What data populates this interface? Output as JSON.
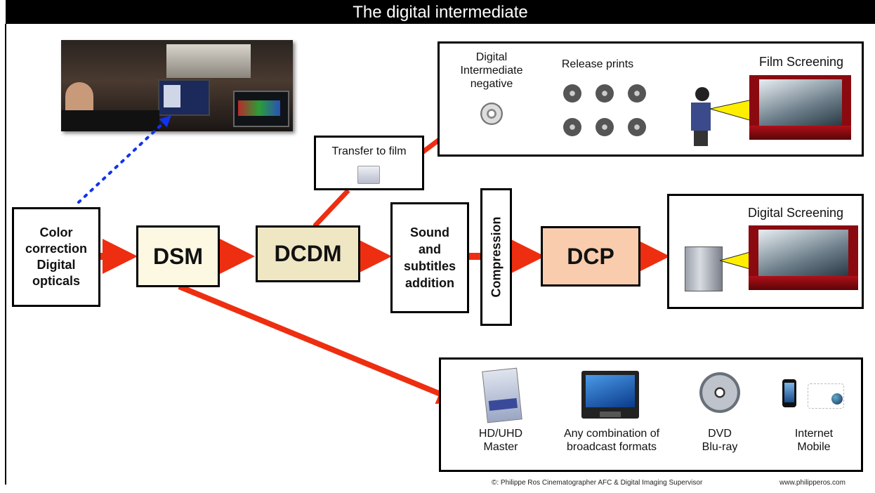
{
  "title": "The digital intermediate",
  "nodes": {
    "color_correction": "Color\ncorrection\nDigital\nopticals",
    "dsm": "DSM",
    "dcdm": "DCDM",
    "sound": "Sound\nand\nsubtitles\naddition",
    "compression": "Compression",
    "dcp": "DCP",
    "transfer": "Transfer to film"
  },
  "film_panel": {
    "negative_label": "Digital\nIntermediate\nnegative",
    "release_label": "Release prints",
    "screening_label": "Film Screening"
  },
  "digital_panel": {
    "screening_label": "Digital Screening"
  },
  "deliverables": [
    {
      "label": "HD/UHD\nMaster",
      "icon": "hd-master-tape-icon"
    },
    {
      "label": "Any combination of\nbroadcast formats",
      "icon": "tv-icon"
    },
    {
      "label": "DVD\nBlu-ray",
      "icon": "disc-icon"
    },
    {
      "label": "Internet\nMobile",
      "icon": "phone-globe-icon"
    }
  ],
  "footer": {
    "credit": "©: Philippe Ros Cinematographer AFC & Digital Imaging Supervisor",
    "website": "www.philipperos.com"
  },
  "colors": {
    "arrow": "#ee2e10",
    "dsm_fill": "#fdf8e2",
    "dcdm_fill": "#efe6c4",
    "dcp_fill": "#f8ccad",
    "dotted": "#1133ee",
    "beam": "#ffee00"
  }
}
